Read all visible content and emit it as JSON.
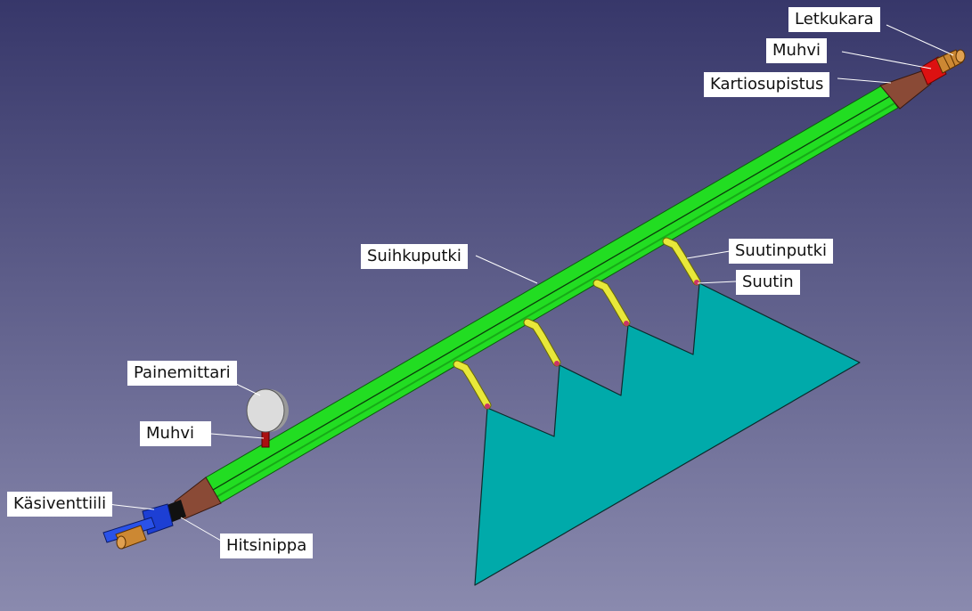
{
  "background": {
    "top": "#37376a",
    "bottom": "#8a8aae"
  },
  "colors": {
    "pipe": "#22dd22",
    "pipe_edge": "#0e5a0e",
    "cone": "#8a4a36",
    "nozzle_pipe": "#e8e83a",
    "spray": "#00aaaa",
    "coupling": "#dd1111",
    "hose_barb": "#cc8833",
    "hand_valve": "#1d3fd4",
    "gauge": "#dcdcdc"
  },
  "icons": [
    "pressure-gauge-icon",
    "hand-valve-icon",
    "hose-barb-icon",
    "nozzle-icon"
  ],
  "labels": {
    "letkukara": "Letkukara",
    "muhvi_top": "Muhvi",
    "kartiosupistus": "Kartiosupistus",
    "suihkuputki": "Suihkuputki",
    "suutinputki": "Suutinputki",
    "suutin": "Suutin",
    "painemittari": "Painemittari",
    "muhvi_bottom": "Muhvi",
    "kasiventtiili": "Käsiventtiili",
    "hitsinippa": "Hitsinippa"
  }
}
